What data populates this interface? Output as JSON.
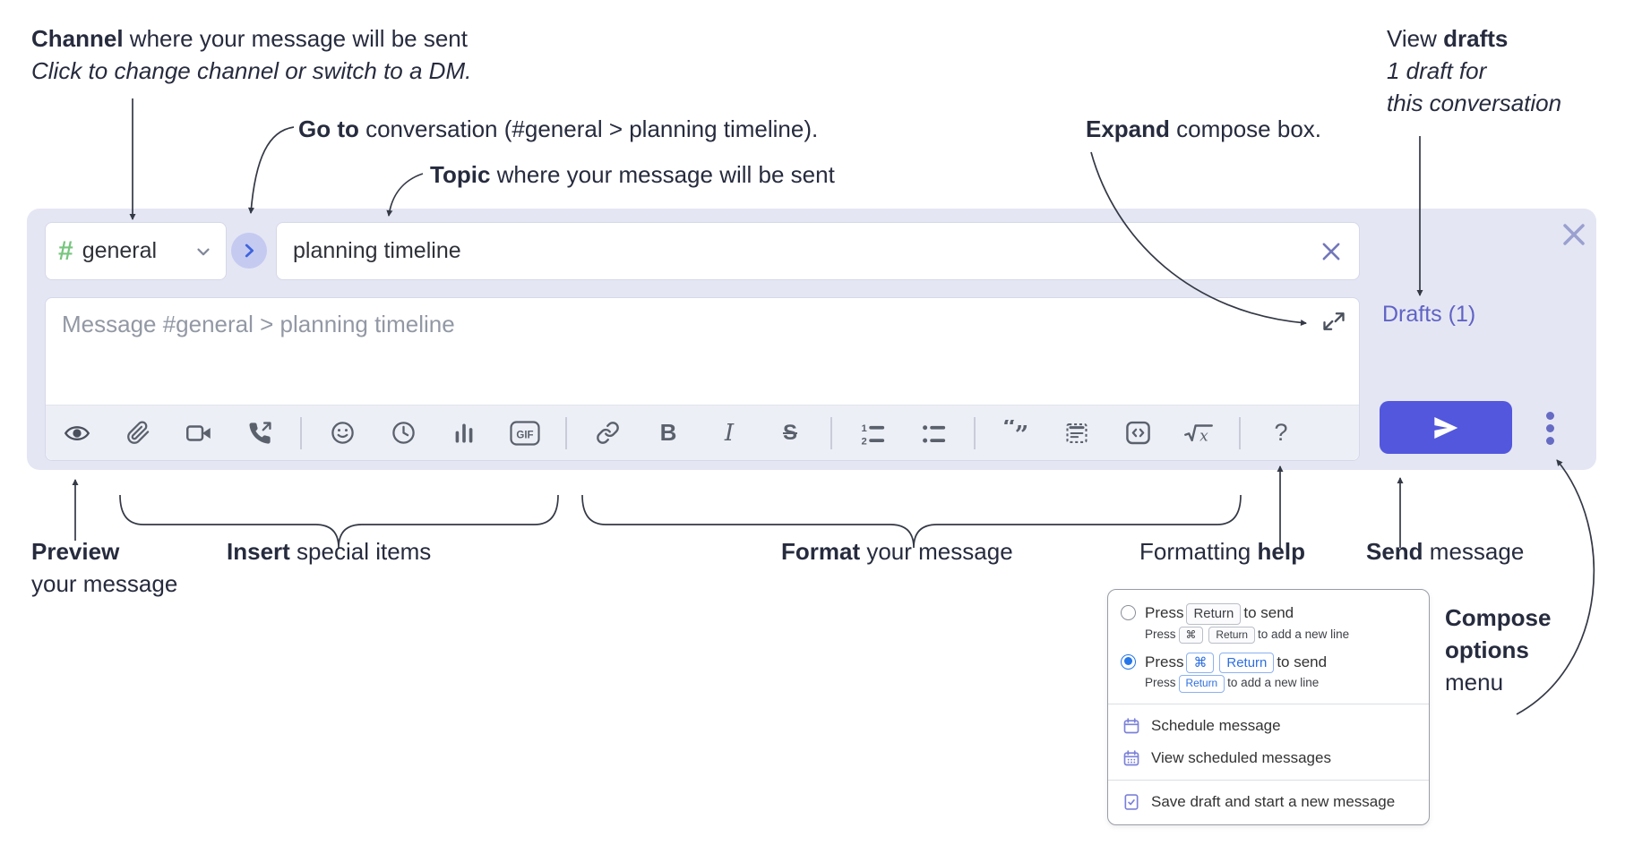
{
  "annotations": {
    "channel": {
      "bold": "Channel",
      "rest": " where your message will be sent",
      "line2": "Click to change channel or switch to a DM."
    },
    "goto": {
      "bold": "Go to",
      "rest": " conversation (#general > planning timeline)."
    },
    "topic": {
      "bold": "Topic",
      "rest": " where your message will be sent"
    },
    "expand": {
      "bold": "Expand",
      "rest": " compose box."
    },
    "view_drafts": {
      "pre": "View ",
      "bold": "drafts",
      "line2": "1 draft for",
      "line3": "this conversation"
    },
    "preview": {
      "bold": "Preview",
      "line2": "your message"
    },
    "insert": {
      "bold": "Insert",
      "rest": " special items"
    },
    "format": {
      "bold": "Format",
      "rest": " your message"
    },
    "help": {
      "pre": "Formatting ",
      "bold": "help"
    },
    "send": {
      "bold": "Send",
      "rest": " message"
    },
    "compose_options": {
      "bold1": "Compose",
      "bold2": "options",
      "rest": "menu"
    }
  },
  "compose": {
    "channel_name": "general",
    "topic_value": "planning timeline",
    "message_placeholder": "Message #general > planning timeline",
    "drafts_label": "Drafts (1)",
    "toolbar_icons": [
      "preview",
      "attach-file",
      "video-call",
      "voice-call",
      "emoji",
      "time",
      "poll",
      "gif",
      "link",
      "bold",
      "italic",
      "strikethrough",
      "numbered-list",
      "bulleted-list",
      "quote",
      "spoiler",
      "code",
      "math",
      "help"
    ],
    "glyphs": {
      "bold": "B",
      "italic": "I",
      "strike": "S",
      "gif": "GIF",
      "radical": "√",
      "math_x": "x",
      "help": "?",
      "ol_1": "1",
      "ol_2": "2",
      "quote_open": "“",
      "quote_close": "”"
    }
  },
  "menu": {
    "opt1": {
      "main_pre": "Press",
      "main_kbd": "Return",
      "main_post": "to send",
      "sub_pre": "Press",
      "sub_kbd1": "⌘",
      "sub_kbd2": "Return",
      "sub_post": "to add a new line"
    },
    "opt2": {
      "main_pre": "Press",
      "main_kbd1": "⌘",
      "main_kbd2": "Return",
      "main_post": "to send",
      "sub_pre": "Press",
      "sub_kbd": "Return",
      "sub_post": "to add a new line"
    },
    "items": [
      {
        "label": "Schedule message"
      },
      {
        "label": "View scheduled messages"
      },
      {
        "label": "Save draft and start a new message"
      }
    ]
  },
  "colors": {
    "compose_bg": "#e4e6f4",
    "send_button": "#5357dd",
    "drafts_link": "#6063c4",
    "channel_hash": "#76c57e",
    "goto_chevron": "#3e63dd",
    "annotation_text": "#262b3e",
    "toolbar_icon": "#5a616c",
    "menu_icon_purple": "#7b80d8",
    "radio_selected": "#2576e8"
  }
}
